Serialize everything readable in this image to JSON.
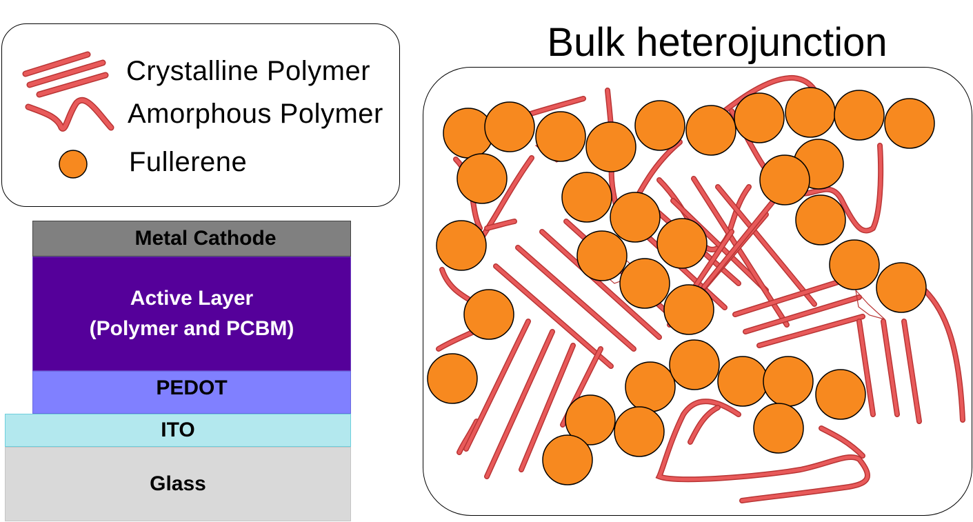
{
  "legend": {
    "crystalline_label": "Crystalline Polymer",
    "amorphous_label": "Amorphous Polymer",
    "fullerene_label": "Fullerene"
  },
  "stack": {
    "metal_cathode": "Metal Cathode",
    "active_layer_line1": "Active Layer",
    "active_layer_line2": "(Polymer and PCBM)",
    "pedot": "PEDOT",
    "ito": "ITO",
    "glass": "Glass"
  },
  "morphology": {
    "title": "Bulk heterojunction"
  },
  "colors": {
    "polymer": "#e85a5a",
    "polymer_shade": "#b83434",
    "fullerene": "#f7891f",
    "metal_cathode": "#808080",
    "active_layer": "#55009a",
    "pedot": "#8080ff",
    "ito": "#b3e8ee",
    "glass": "#d9d9d9"
  }
}
